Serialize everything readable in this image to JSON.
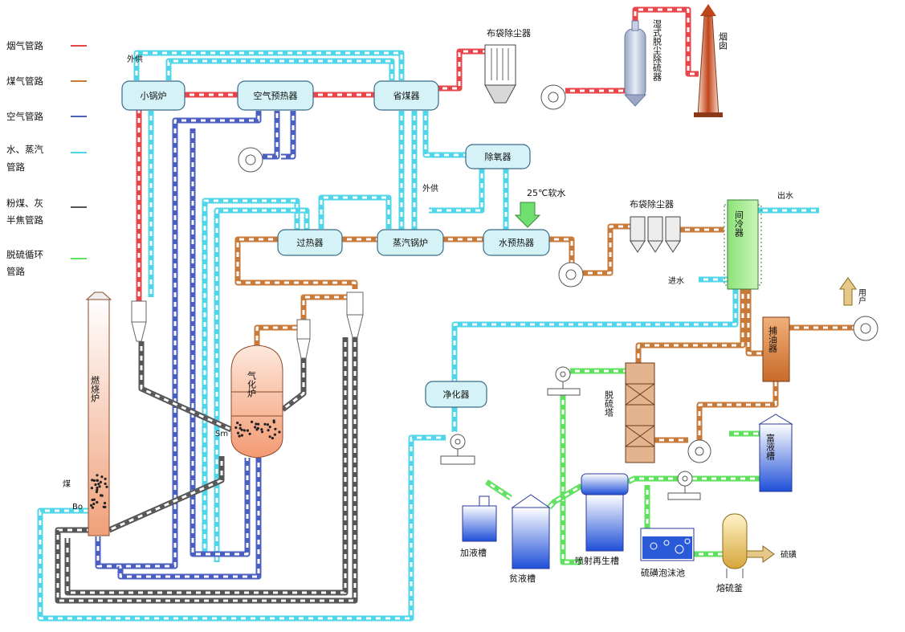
{
  "legend": {
    "flue_gas": "烟气管路",
    "coal_gas": "煤气管路",
    "air": "空气管路",
    "water_steam_1": "水、蒸汽",
    "water_steam_2": "管路",
    "coal_ash_1": "粉煤、灰",
    "coal_ash_2": "半焦管路",
    "desulf_1": "脱硫循环",
    "desulf_2": "管路"
  },
  "colors": {
    "flue_gas": "#e8454a",
    "coal_gas": "#c87a3a",
    "air": "#4a5fc0",
    "water_steam": "#4fd6e8",
    "coal_ash": "#555555",
    "desulf": "#5fe05f"
  },
  "equipment": {
    "small_boiler": "小锅炉",
    "air_preheater": "空气预热器",
    "economizer": "省煤器",
    "bag_filter_top": "布袋除尘器",
    "deaerator": "除氧器",
    "superheater": "过热器",
    "steam_boiler": "蒸汽锅炉",
    "water_preheater": "水预热器",
    "bag_filter_mid": "布袋除尘器",
    "cooler": "间冷器",
    "tar_catcher": "捕油器",
    "purifier": "净化器",
    "desulf_tower": "脱硫塔",
    "rich_tank": "富液槽",
    "add_tank": "加液槽",
    "lean_tank": "贫液槽",
    "regen_tank": "喷射再生槽",
    "foam_tank": "硫磺泡沫池",
    "sulfur_kettle": "熔硫釜",
    "chimney": "烟囱",
    "wet_desulf": "湿式脱尘除硫器",
    "combustor": "燃烧炉",
    "gasifier": "气化炉"
  },
  "labels": {
    "external_supply_1": "外供",
    "external_supply_2": "外供",
    "soft_water": "25℃软水",
    "out_water": "出水",
    "in_water": "进水",
    "user": "用户",
    "sulfur": "硫磺",
    "coal": "煤",
    "bo": "Bo",
    "sm": "Sm"
  }
}
